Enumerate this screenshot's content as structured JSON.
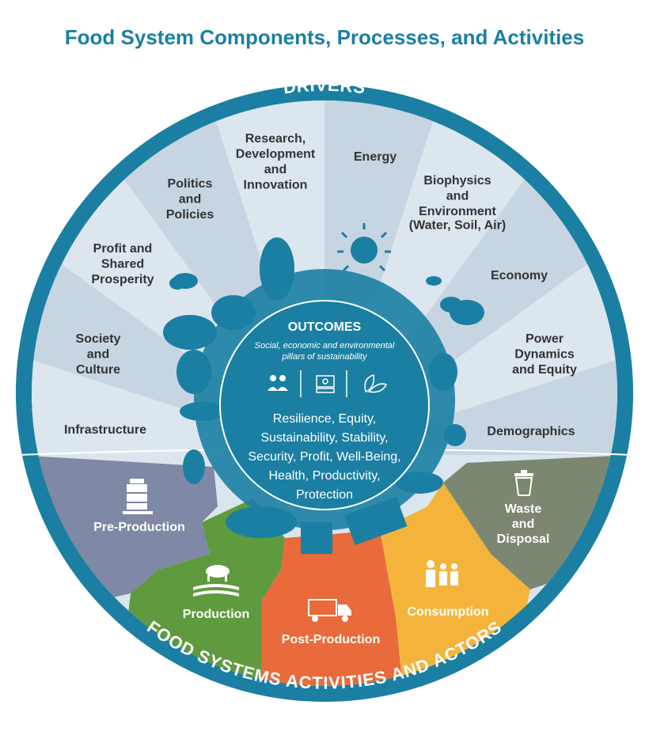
{
  "title": "Food System Components, Processes, and Activities",
  "drivers_label": "DRIVERS",
  "activities_label": "FOOD SYSTEMS ACTIVITIES AND ACTORS",
  "drivers": [
    {
      "id": "infrastructure",
      "lines": [
        "Infrastructure"
      ]
    },
    {
      "id": "society",
      "lines": [
        "Society",
        "and",
        "Culture"
      ]
    },
    {
      "id": "profit",
      "lines": [
        "Profit and",
        "Shared",
        "Prosperity"
      ]
    },
    {
      "id": "politics",
      "lines": [
        "Politics",
        "and",
        "Policies"
      ]
    },
    {
      "id": "research",
      "lines": [
        "Research,",
        "Development",
        "and",
        "Innovation"
      ]
    },
    {
      "id": "energy",
      "lines": [
        "Energy"
      ]
    },
    {
      "id": "biophysics",
      "lines": [
        "Biophysics",
        "and",
        "Environment"
      ],
      "note": "(Water, Soil, Air)"
    },
    {
      "id": "economy",
      "lines": [
        "Economy"
      ]
    },
    {
      "id": "power",
      "lines": [
        "Power",
        "Dynamics",
        "and Equity"
      ]
    },
    {
      "id": "demographics",
      "lines": [
        "Demographics"
      ]
    }
  ],
  "outcomes": {
    "heading": "OUTCOMES",
    "subtitle": [
      "Social, economic and environmental",
      "pillars of sustainability"
    ],
    "icons": [
      "people-icon",
      "money-icon",
      "leaves-icon"
    ],
    "list": [
      "Resilience, Equity,",
      "Sustainability, Stability,",
      "Security, Profit, Well-Being,",
      "Health, Productivity,",
      "Protection"
    ]
  },
  "activities": [
    {
      "id": "pre-production",
      "lines": [
        "Pre-Production"
      ],
      "icon": "pallet-boxes-icon",
      "color": "#7f88a4"
    },
    {
      "id": "production",
      "lines": [
        "Production"
      ],
      "icon": "farm-animal-icon",
      "color": "#5f9a3e"
    },
    {
      "id": "post-production",
      "lines": [
        "Post-Production"
      ],
      "icon": "truck-icon",
      "color": "#e96a3a"
    },
    {
      "id": "consumption",
      "lines": [
        "Consumption"
      ],
      "icon": "family-icon",
      "color": "#f4b43b"
    },
    {
      "id": "waste",
      "lines": [
        "Waste",
        "and",
        "Disposal"
      ],
      "icon": "trash-can-icon",
      "color": "#7b8770"
    }
  ],
  "colors": {
    "ring": "#1a7fa3",
    "title": "#1a7fa3",
    "wedge_light": "#dce6ef",
    "wedge_dark": "#c7d5e2",
    "globe": "#1a7fa3"
  }
}
